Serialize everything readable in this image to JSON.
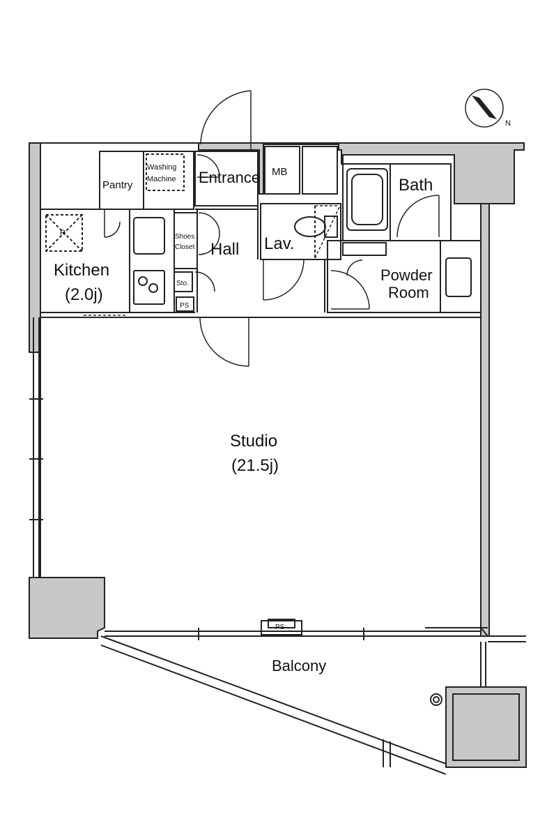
{
  "rooms": {
    "pantry": "Pantry",
    "washing_line1": "Washing",
    "washing_line2": "Machine",
    "entrance": "Entrance",
    "mb": "MB",
    "bath": "Bath",
    "refrigerator": "R",
    "kitchen": "Kitchen",
    "kitchen_size": "(2.0j)",
    "shoes_line1": "Shoes",
    "shoes_line2": "Closet",
    "hall": "Hall",
    "lav": "Lav.",
    "powder_line1": "Powder",
    "powder_line2": "Room",
    "storage": "Sto.",
    "ps_hall": "PS",
    "studio": "Studio",
    "studio_size": "(21.5j)",
    "ps_studio": "PS",
    "balcony": "Balcony"
  },
  "compass": {
    "label": "N"
  },
  "colors": {
    "wall_fill": "#c8c8c8",
    "line": "#222222",
    "background": "#ffffff"
  }
}
